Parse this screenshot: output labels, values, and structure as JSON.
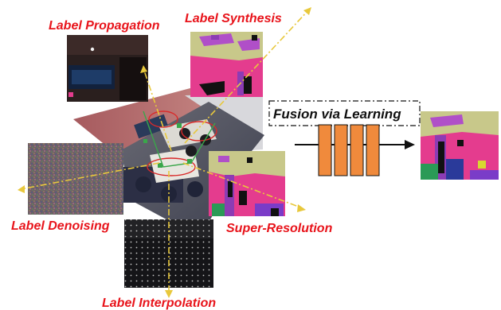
{
  "labels": {
    "propagation": "Label Propagation",
    "synthesis": "Label Synthesis",
    "denoising": "Label Denoising",
    "super_resolution": "Super-Resolution",
    "interpolation": "Label Interpolation",
    "fusion": "Fusion via Learning"
  },
  "colors": {
    "label_red": "#e8141b",
    "magenta": "#e43c8e",
    "khaki": "#c8c88a",
    "purple": "#8c3cb4",
    "orange_block": "#f08a3c",
    "arrow_yellow": "#e8c83c"
  },
  "network": {
    "block_count": 4
  }
}
